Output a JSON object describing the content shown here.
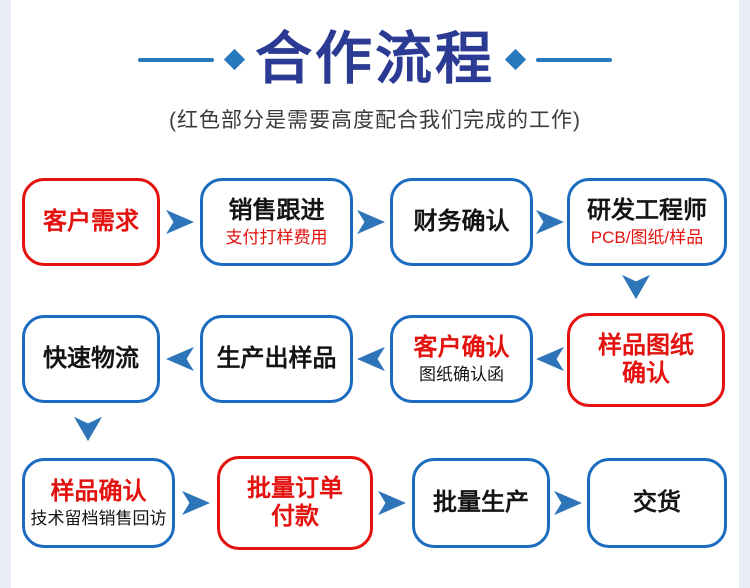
{
  "header": {
    "title": "合作流程",
    "subtitle": "(红色部分是需要高度配合我们完成的工作)"
  },
  "colors": {
    "title_navy": "#2b3a92",
    "accent_blue": "#2878be",
    "box_blue": "#1b6cc0",
    "arrow_blue": "#2e74b8",
    "red": "#e3120f",
    "text_black": "#141414",
    "subtitle_gray": "#3c3c3c",
    "edge_strip": "#e9edf4"
  },
  "flow": {
    "boxes": [
      {
        "title": "客户需求"
      },
      {
        "title": "销售跟进",
        "subtitle": "支付打样费用"
      },
      {
        "title": "财务确认"
      },
      {
        "title": "研发工程师",
        "subtitle": "PCB/图纸/样品"
      },
      {
        "title": "快速物流"
      },
      {
        "title": "生产出样品"
      },
      {
        "title": "客户确认",
        "subtitle": "图纸确认函"
      },
      {
        "title": "样品图纸",
        "title2": "确认"
      },
      {
        "title": "样品确认",
        "subtitle": "技术留档销售回访"
      },
      {
        "title": "批量订单",
        "title2": "付款"
      },
      {
        "title": "批量生产"
      },
      {
        "title": "交货"
      }
    ]
  }
}
